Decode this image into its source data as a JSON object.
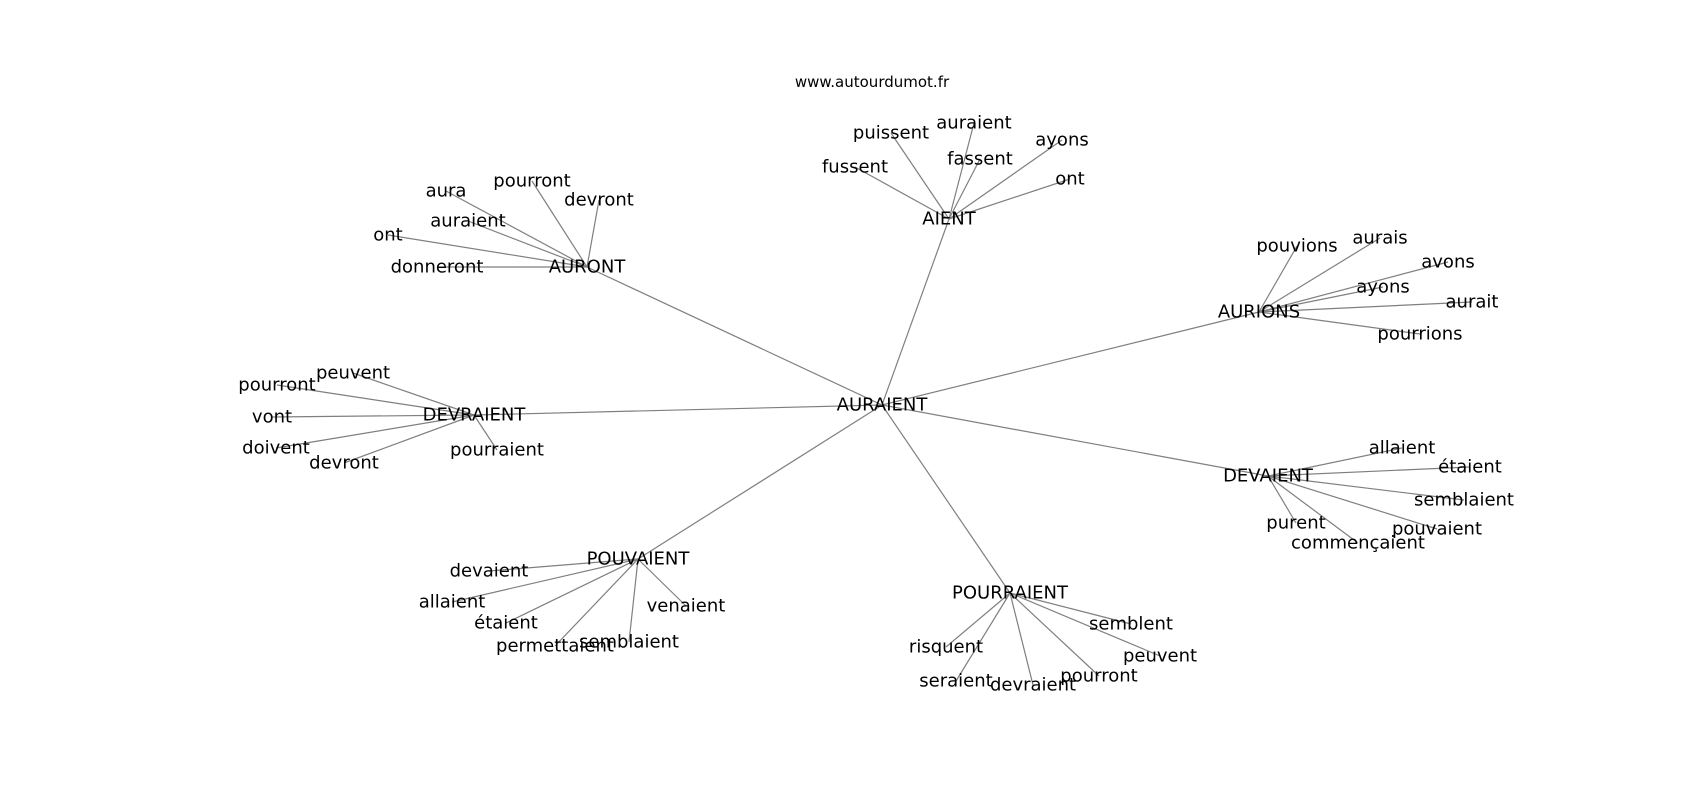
{
  "credit": "www.autourdumot.fr",
  "center": "AURAIENT",
  "groups": [
    {
      "hub": "AIENT",
      "leaves": [
        "puissent",
        "auraient",
        "ayons",
        "fussent",
        "fassent",
        "ont"
      ]
    },
    {
      "hub": "AURONT",
      "leaves": [
        "aura",
        "pourront",
        "devront",
        "auraient",
        "ont",
        "donneront"
      ]
    },
    {
      "hub": "AURIONS",
      "leaves": [
        "pouvions",
        "aurais",
        "avons",
        "ayons",
        "aurait",
        "pourrions"
      ]
    },
    {
      "hub": "DEVRAIENT",
      "leaves": [
        "peuvent",
        "pourront",
        "vont",
        "doivent",
        "devront",
        "pourraient"
      ]
    },
    {
      "hub": "DEVAIENT",
      "leaves": [
        "allaient",
        "étaient",
        "semblaient",
        "pouvaient",
        "purent",
        "commençaient"
      ]
    },
    {
      "hub": "POUVAIENT",
      "leaves": [
        "devaient",
        "allaient",
        "étaient",
        "venaient",
        "semblaient",
        "permettaient"
      ]
    },
    {
      "hub": "POURRAIENT",
      "leaves": [
        "semblent",
        "peuvent",
        "risquent",
        "pourront",
        "seraient",
        "devraient"
      ]
    }
  ]
}
